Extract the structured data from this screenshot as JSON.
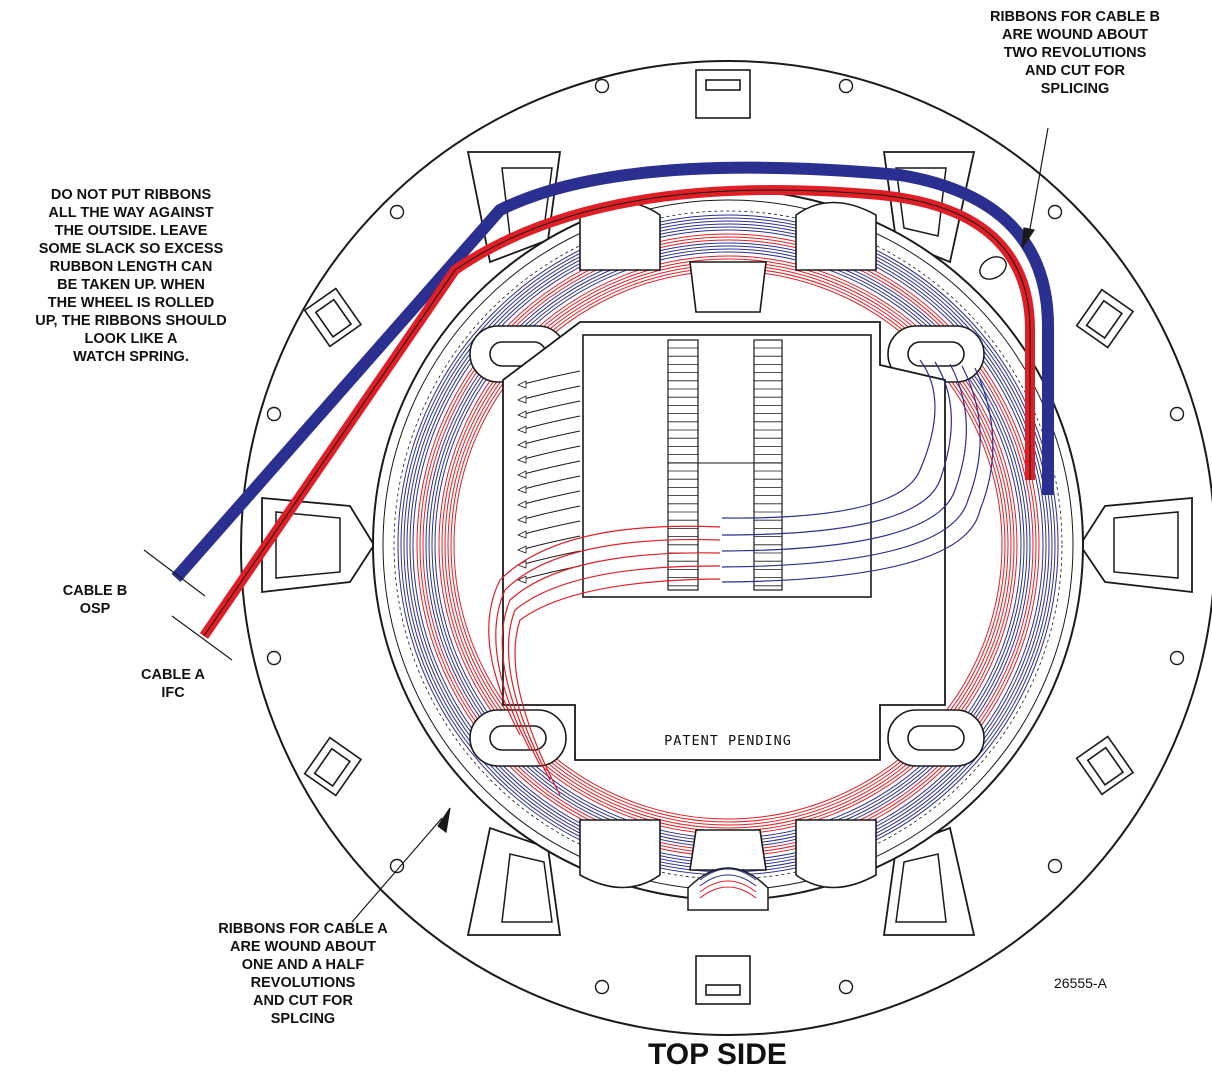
{
  "annotations": {
    "cable_b_note": "RIBBONS FOR CABLE B\nARE WOUND ABOUT\nTWO REVOLUTIONS\nAND  CUT FOR\nSPLICING",
    "slack_note": "DO NOT PUT RIBBONS\nALL THE WAY AGAINST\nTHE OUTSIDE. LEAVE\nSOME SLACK SO EXCESS\nRUBBON LENGTH CAN\nBE TAKEN UP.  WHEN\nTHE WHEEL IS ROLLED\nUP, THE RIBBONS SHOULD\nLOOK LIKE A\nWATCH SPRING.",
    "cable_b_label": "CABLE B\nOSP",
    "cable_a_label": "CABLE A\nIFC",
    "cable_a_note": "RIBBONS FOR CABLE A\nARE WOUND ABOUT\nONE AND A HALF\nREVOLUTIONS\nAND  CUT FOR\nSPLCING"
  },
  "tray_marking": "PATENT PENDING",
  "drawing_number": "26555-A",
  "view_title": "TOP SIDE",
  "colors": {
    "cable_a": "#e01e25",
    "cable_b": "#2b2f8f",
    "line": "#1a1a1a"
  }
}
